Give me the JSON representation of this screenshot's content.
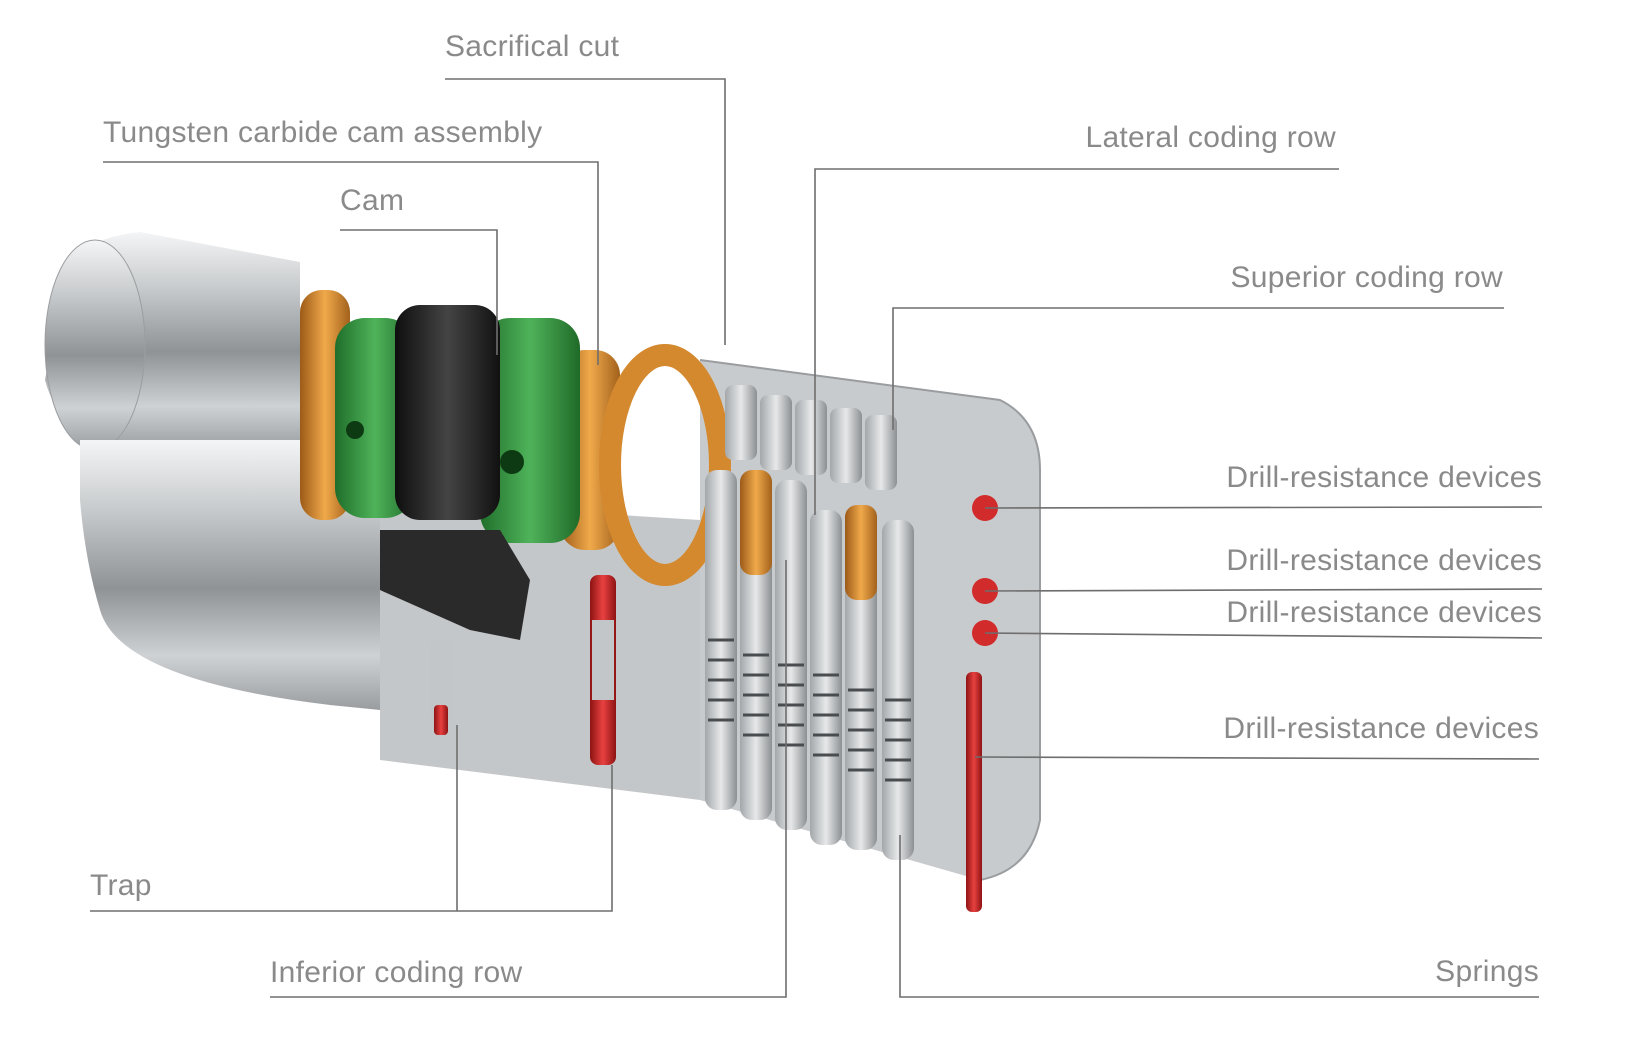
{
  "labels": {
    "sacrifical_cut": "Sacrifical cut",
    "tungsten_cam_assembly": "Tungsten carbide cam assembly",
    "cam": "Cam",
    "lateral_coding_row": "Lateral coding row",
    "superior_coding_row": "Superior coding row",
    "drill_resistance_1": "Drill-resistance devices",
    "drill_resistance_2": "Drill-resistance devices",
    "drill_resistance_3": "Drill-resistance devices",
    "drill_resistance_4": "Drill-resistance devices",
    "trap": "Trap",
    "inferior_coding_row": "Inferior coding row",
    "springs": "Springs"
  },
  "colors": {
    "label_text": "#8a8a8a",
    "leader_line": "#6e6e6e",
    "steel": "#b9bcbf",
    "brass": "#d4892e",
    "green_cam": "#2e8b3a",
    "black_cam": "#1e1e1e",
    "red_device": "#d12b2b"
  }
}
